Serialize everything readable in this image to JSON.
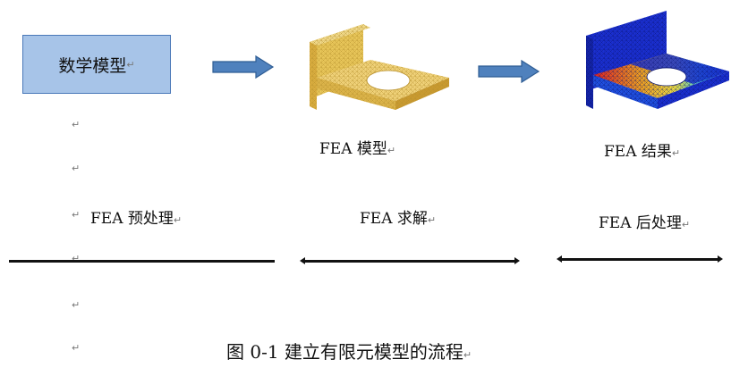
{
  "math_model_box": {
    "label": "数学模型",
    "mark": "↵"
  },
  "stages": {
    "fea_model": "FEA 模型",
    "fea_result": "FEA 结果",
    "preprocess": "FEA 预处理",
    "solve": "FEA 求解",
    "postprocess": "FEA 后处理"
  },
  "caption": "图 0-1 建立有限元模型的流程",
  "para_mark": "↵",
  "colors": {
    "box_fill": "#a7c4e8",
    "box_border": "#4a78b8",
    "arrow_fill": "#4f81bd",
    "arrow_border": "#2f5d94",
    "mesh_yellow": "#e8c65a",
    "result_blue": "#1a2fd0",
    "result_red": "#e02020"
  },
  "icons": [
    "right-arrow-icon",
    "fea-mesh-model-image",
    "fea-result-contour-image",
    "paragraph-mark-icon"
  ]
}
